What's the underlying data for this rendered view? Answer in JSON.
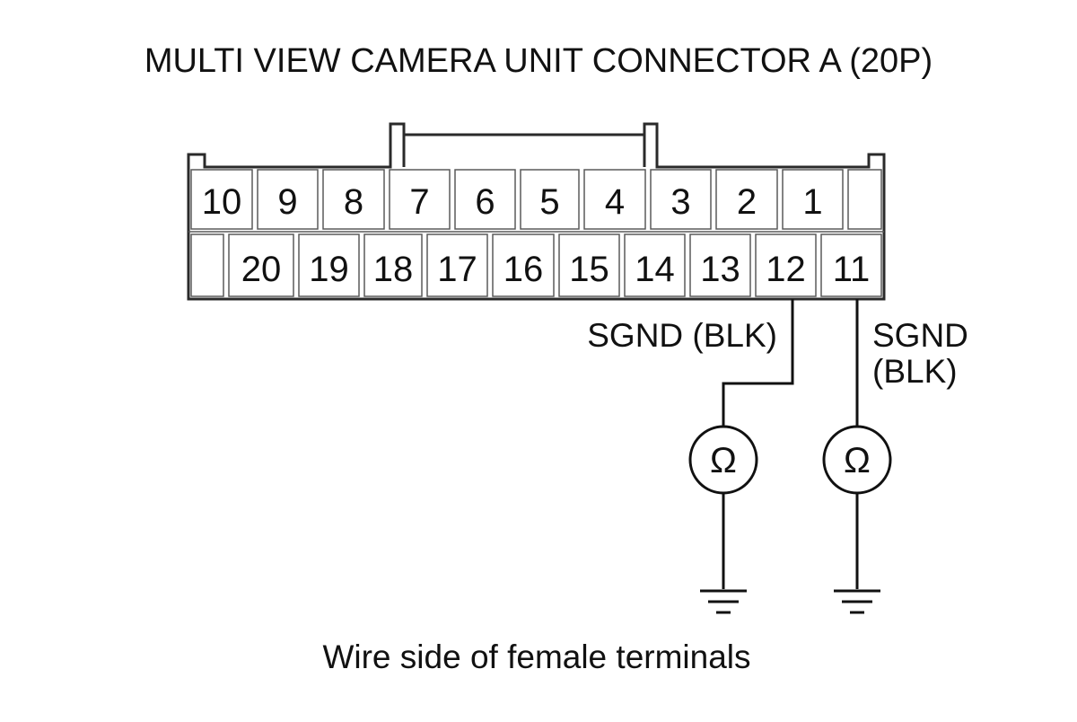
{
  "title": "MULTI VIEW CAMERA UNIT CONNECTOR A (20P)",
  "caption": "Wire side of female terminals",
  "connector": {
    "top_row": [
      "10",
      "9",
      "8",
      "7",
      "6",
      "5",
      "4",
      "3",
      "2",
      "1",
      ""
    ],
    "bottom_row": [
      "",
      "20",
      "19",
      "18",
      "17",
      "16",
      "15",
      "14",
      "13",
      "12",
      "11"
    ]
  },
  "probes": [
    {
      "terminal": "12",
      "label_lines": [
        "SGND (BLK)"
      ],
      "meter_symbol": "Ω"
    },
    {
      "terminal": "11",
      "label_lines": [
        "SGND",
        "(BLK)"
      ],
      "meter_symbol": "Ω"
    }
  ]
}
